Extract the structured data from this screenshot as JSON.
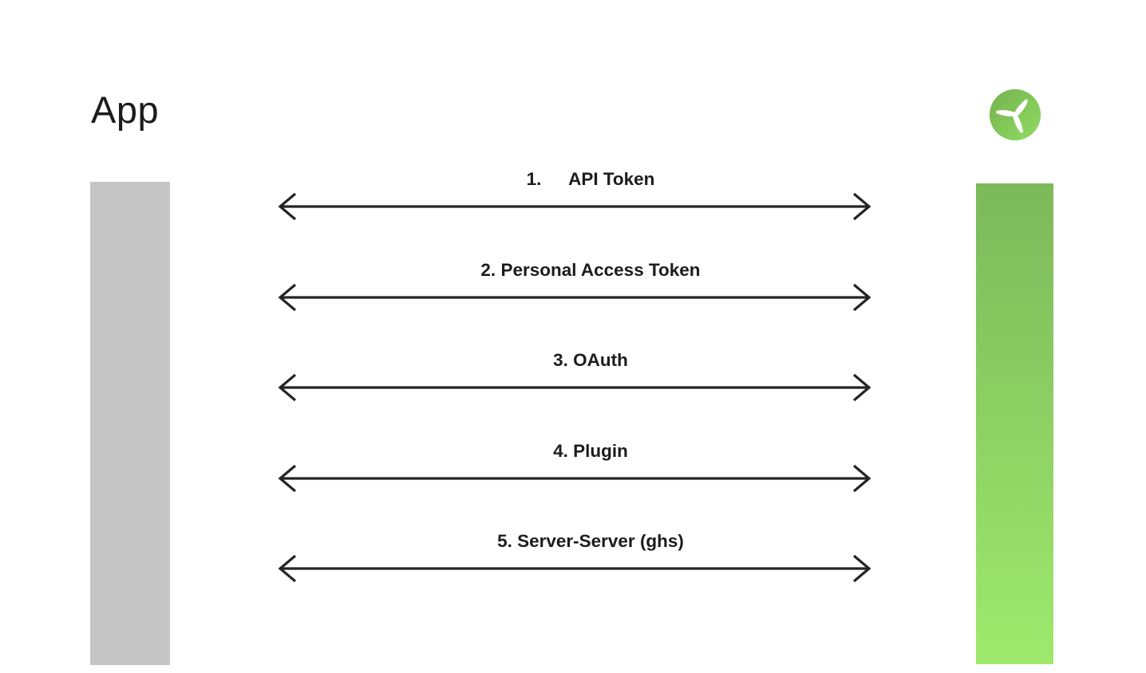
{
  "title": "App",
  "colors": {
    "bg": "#ffffff",
    "text": "#1d1b1c",
    "arrow": "#262324",
    "left_bar": "#c5c5c6",
    "right_bar_top": "#7cb95a",
    "right_bar_bottom": "#9ee96d",
    "logo_top": "#74b24f",
    "logo_bottom": "#90dc62",
    "logo_blades": "#ffffff"
  },
  "arrows": [
    {
      "label": "1.  API Token"
    },
    {
      "label": "2. Personal Access Token"
    },
    {
      "label": "3. OAuth"
    },
    {
      "label": "4. Plugin"
    },
    {
      "label": "5. Server-Server (ghs)"
    }
  ]
}
